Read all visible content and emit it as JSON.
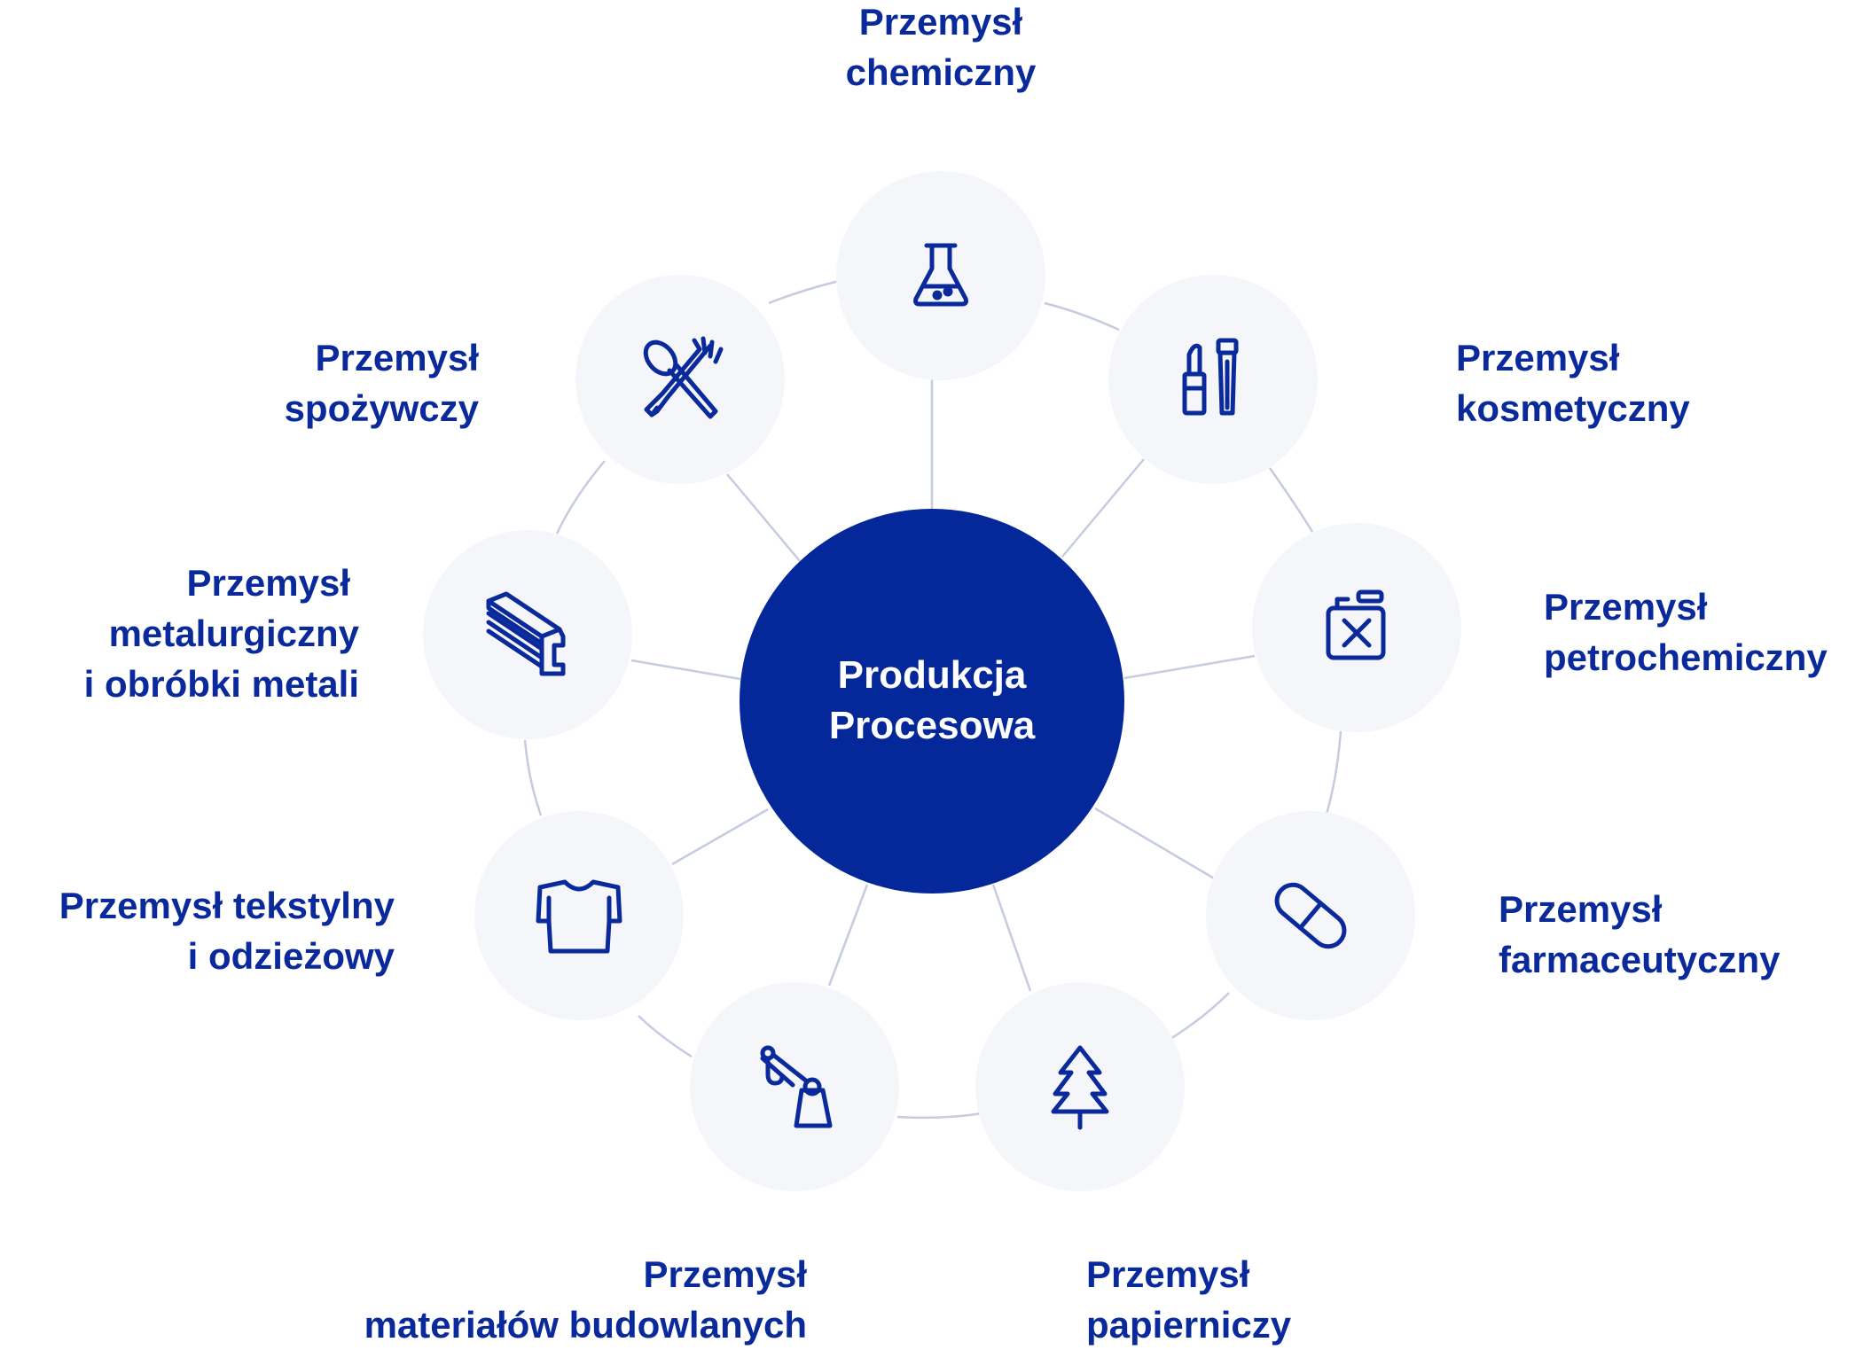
{
  "colors": {
    "primary": "#0a2a9c",
    "hub": "#04279a",
    "node_fill": "#f4f6fa",
    "connector": "#c5cbe0",
    "hub_text": "#ffffff"
  },
  "hub": {
    "line1": "Produkcja",
    "line2": "Procesowa"
  },
  "nodes": [
    {
      "id": "chemiczny",
      "icon": "flask-icon",
      "line1": "Przemysł",
      "line2": "chemiczny"
    },
    {
      "id": "kosmetyczny",
      "icon": "lipstick-brush-icon",
      "line1": "Przemysł",
      "line2": "kosmetyczny"
    },
    {
      "id": "petrochemiczny",
      "icon": "jerrycan-icon",
      "line1": "Przemysł",
      "line2": "petrochemiczny"
    },
    {
      "id": "farmaceutyczny",
      "icon": "pill-icon",
      "line1": "Przemysł",
      "line2": "farmaceutyczny"
    },
    {
      "id": "papierniczy",
      "icon": "tree-icon",
      "line1": "Przemysł",
      "line2": "papierniczy"
    },
    {
      "id": "materialow",
      "icon": "crane-icon",
      "line1": "Przemysł",
      "line2": "materiałów budowlanych"
    },
    {
      "id": "tekstylny",
      "icon": "shirt-icon",
      "line1": "Przemysł tekstylny",
      "line2": "i odzieżowy"
    },
    {
      "id": "metalurgiczny",
      "icon": "steel-beam-icon",
      "line1": "Przemysł",
      "line2": "metalurgiczny",
      "line3": "i obróbki metali"
    },
    {
      "id": "spozywczy",
      "icon": "spoon-fork-icon",
      "line1": "Przemysł",
      "line2": "spożywczy"
    }
  ]
}
